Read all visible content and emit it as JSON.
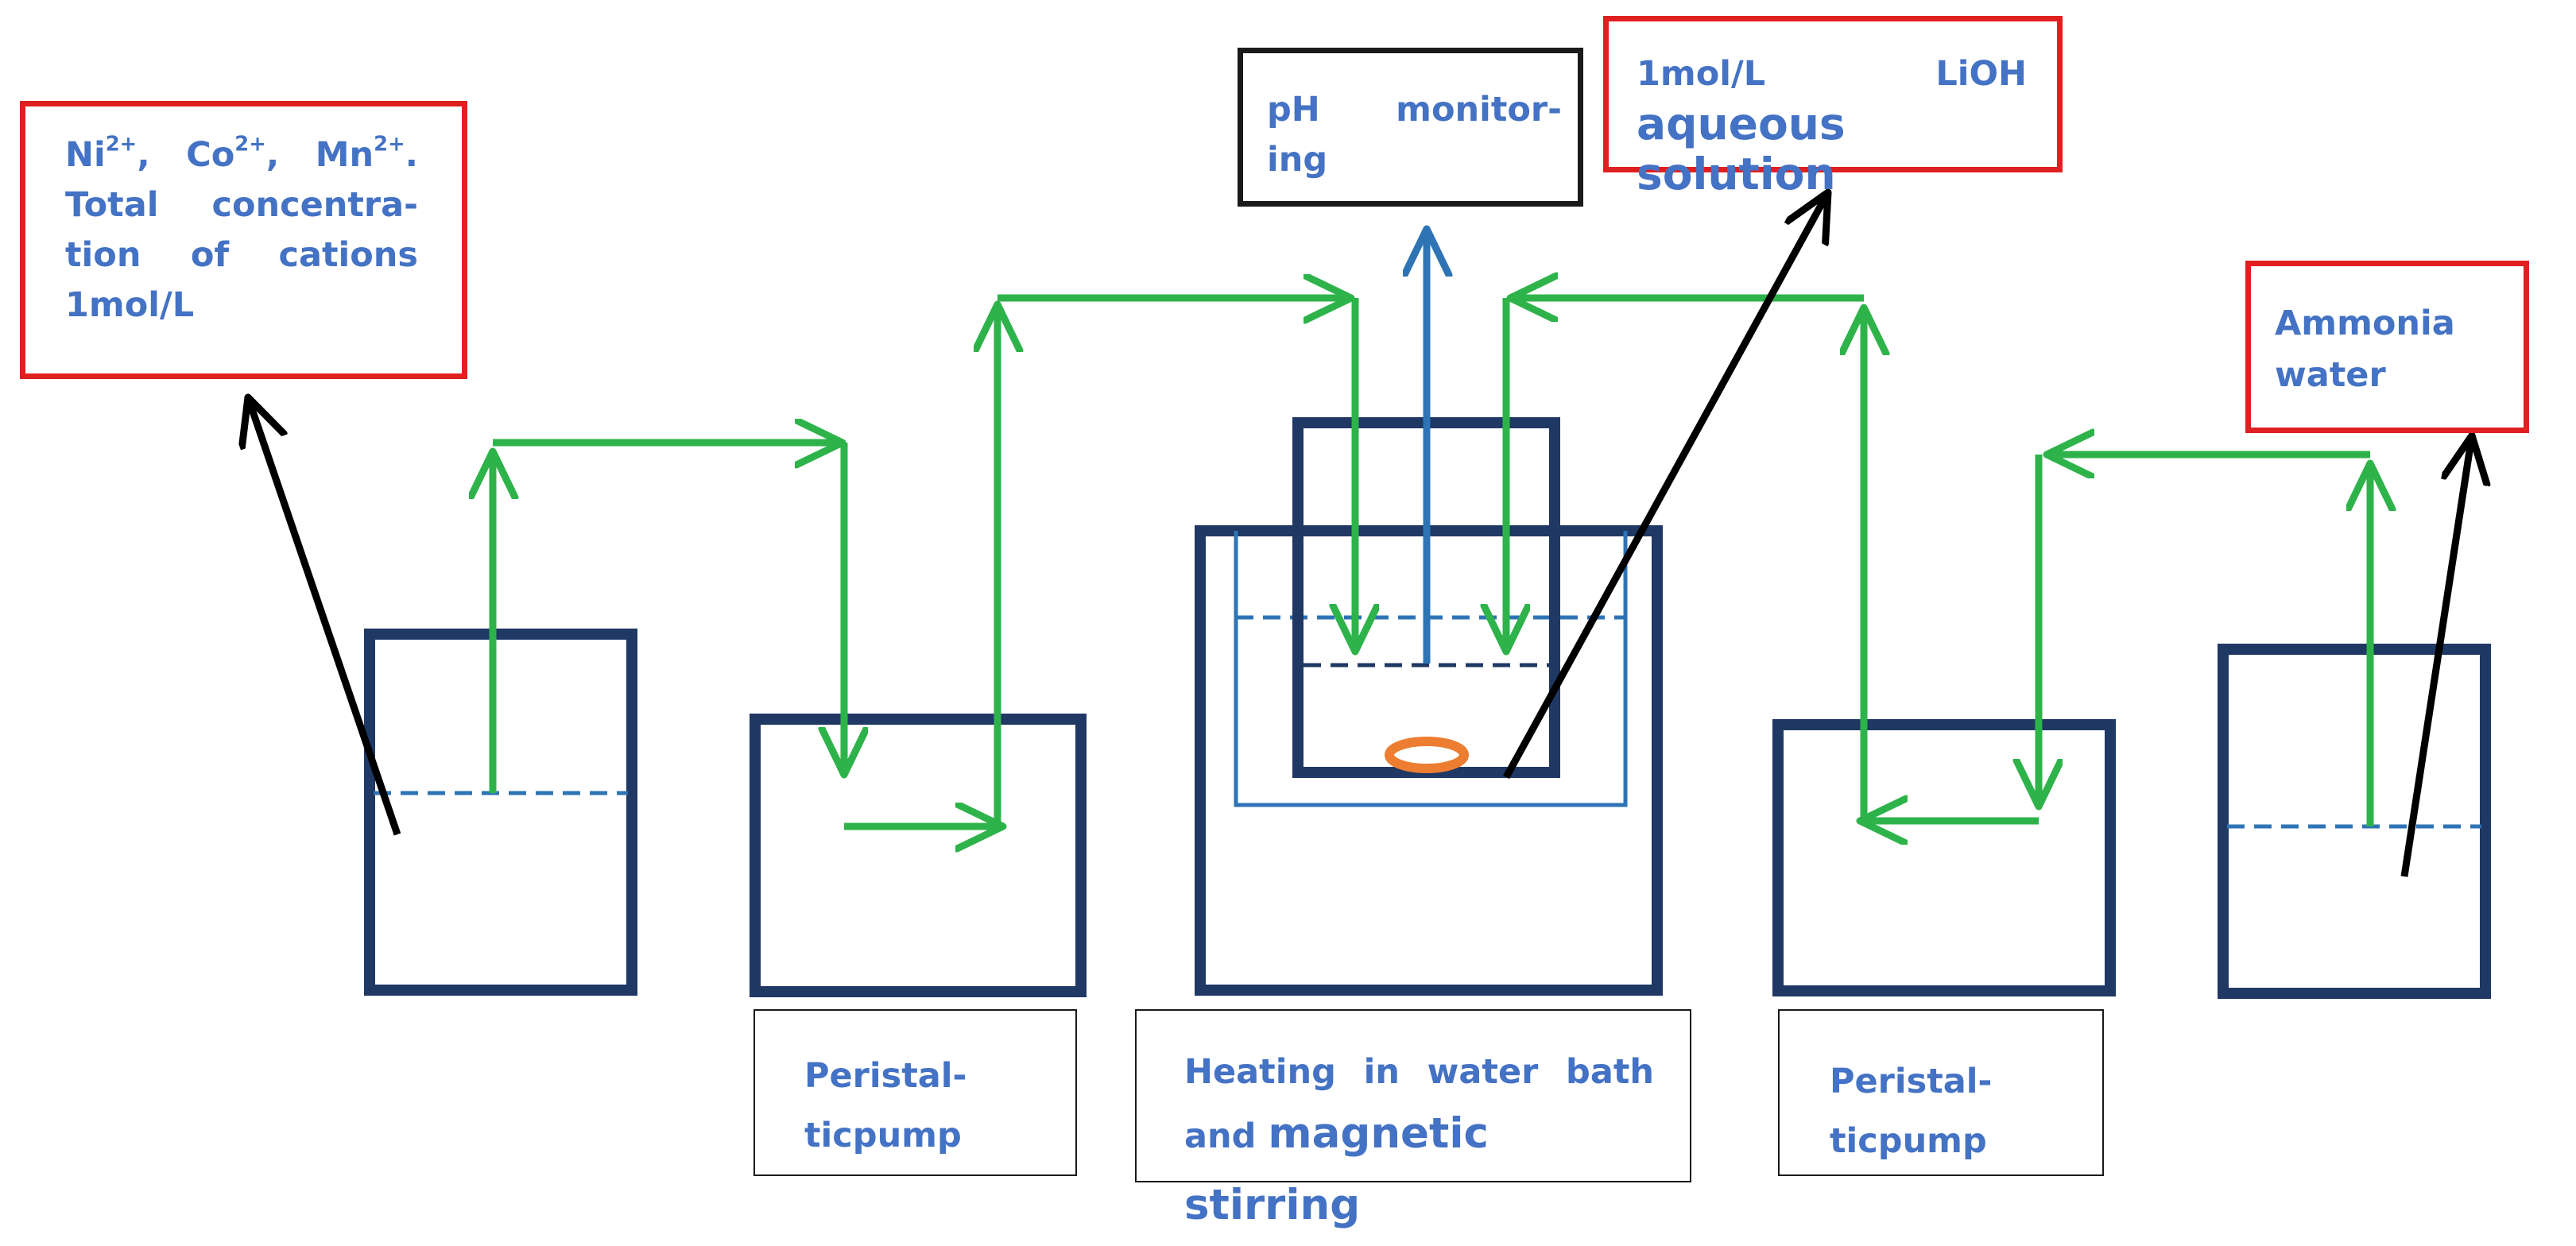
{
  "labels": {
    "cation_solution": {
      "lines": [
        "Ni",
        "Total concentra-",
        "tion of cations",
        "1mol/L"
      ],
      "ions": [
        {
          "symbol": "Ni",
          "charge": "2+",
          "sep": ", "
        },
        {
          "symbol": "Co",
          "charge": "2+",
          "sep": ", "
        },
        {
          "symbol": "Mn",
          "charge": "2+",
          "sep": "."
        }
      ]
    },
    "ph_monitoring": {
      "line1_left": "pH",
      "line1_right": "monitor-",
      "line2": "ing"
    },
    "lioh_solution": {
      "line1_left": "1mol/L",
      "line1_right": "LiOH",
      "line2": "aqueous solution"
    },
    "ammonia": {
      "line1": "Ammonia",
      "line2": "water"
    },
    "pump_left": {
      "line1": "Peristal-",
      "line2": "ticpump"
    },
    "heating": {
      "line1": "Heating in water bath",
      "line2_prefix": "and ",
      "line2_big": "magnetic stirring"
    },
    "pump_right": {
      "line1": "Peristal-",
      "line2": "ticpump"
    }
  },
  "colors": {
    "vessel": "#1f3864",
    "flow_arrow": "#2eb34a",
    "ph_arrow": "#2e74b5",
    "pointer_arrow": "#000000",
    "label_text": "#4472c4",
    "label_border_red": "#e02020",
    "stir_bar": "#ed7d31",
    "water_bath_line": "#2e74b5"
  }
}
